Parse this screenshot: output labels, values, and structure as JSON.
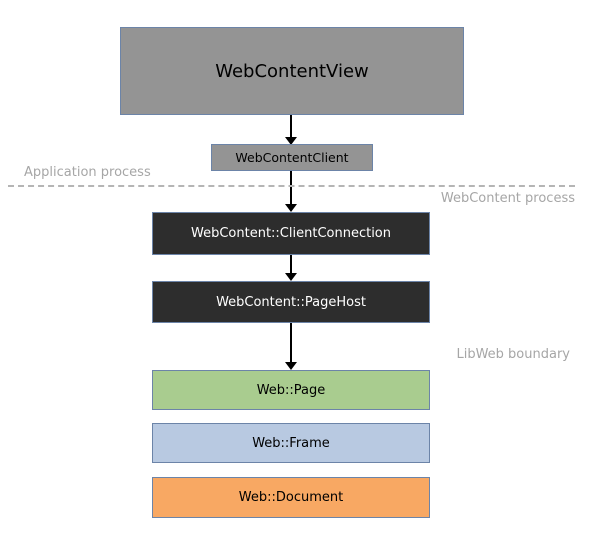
{
  "diagram": {
    "nodes": {
      "webcontentview": {
        "label": "WebContentView",
        "fill": "#949494",
        "text_color": "#000000"
      },
      "webcontentclient": {
        "label": "WebContentClient",
        "fill": "#949494",
        "text_color": "#000000"
      },
      "clientconnection": {
        "label": "WebContent::ClientConnection",
        "fill": "#2d2d2d",
        "text_color": "#ffffff"
      },
      "pagehost": {
        "label": "WebContent::PageHost",
        "fill": "#2d2d2d",
        "text_color": "#ffffff"
      },
      "webpage": {
        "label": "Web::Page",
        "fill": "#a9cc8f",
        "text_color": "#000000"
      },
      "webframe": {
        "label": "Web::Frame",
        "fill": "#b8c9e1",
        "text_color": "#000000"
      },
      "webdocument": {
        "label": "Web::Document",
        "fill": "#f8a863",
        "text_color": "#000000"
      }
    },
    "edges": [
      "webcontentview -> webcontentclient",
      "webcontentclient -> clientconnection",
      "clientconnection -> pagehost",
      "pagehost -> webpage"
    ],
    "region_labels": {
      "application_process": "Application process",
      "webcontent_process": "WebContent process",
      "libweb_boundary": "LibWeb boundary"
    },
    "colors": {
      "node_border": "#6c84a8",
      "arrow": "#000000",
      "dashed_divider": "#b5b5b5",
      "region_label_text": "#a6a6a6",
      "background": "#ffffff"
    }
  }
}
